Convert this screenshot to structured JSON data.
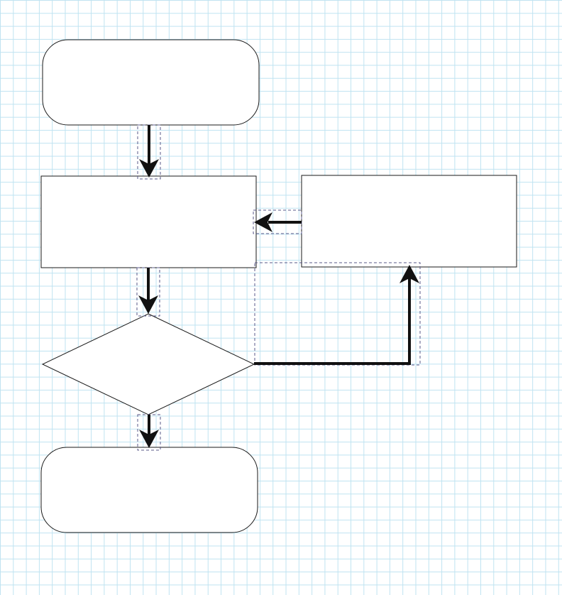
{
  "diagram": {
    "type": "flowchart",
    "nodes": [
      {
        "id": "start",
        "shape": "rounded-rectangle",
        "label": ""
      },
      {
        "id": "process",
        "shape": "rectangle",
        "label": ""
      },
      {
        "id": "side-process",
        "shape": "rectangle",
        "label": ""
      },
      {
        "id": "decision",
        "shape": "diamond",
        "label": ""
      },
      {
        "id": "end",
        "shape": "rounded-rectangle",
        "label": ""
      }
    ],
    "edges": [
      {
        "from": "start",
        "to": "process"
      },
      {
        "from": "process",
        "to": "decision"
      },
      {
        "from": "decision",
        "to": "end"
      },
      {
        "from": "decision",
        "to": "side-process"
      },
      {
        "from": "side-process",
        "to": "process"
      }
    ],
    "grid": true,
    "colors": {
      "grid": "#bfe3f1",
      "stroke": "#1a1a1a",
      "selection": "#5a5a8a"
    }
  }
}
